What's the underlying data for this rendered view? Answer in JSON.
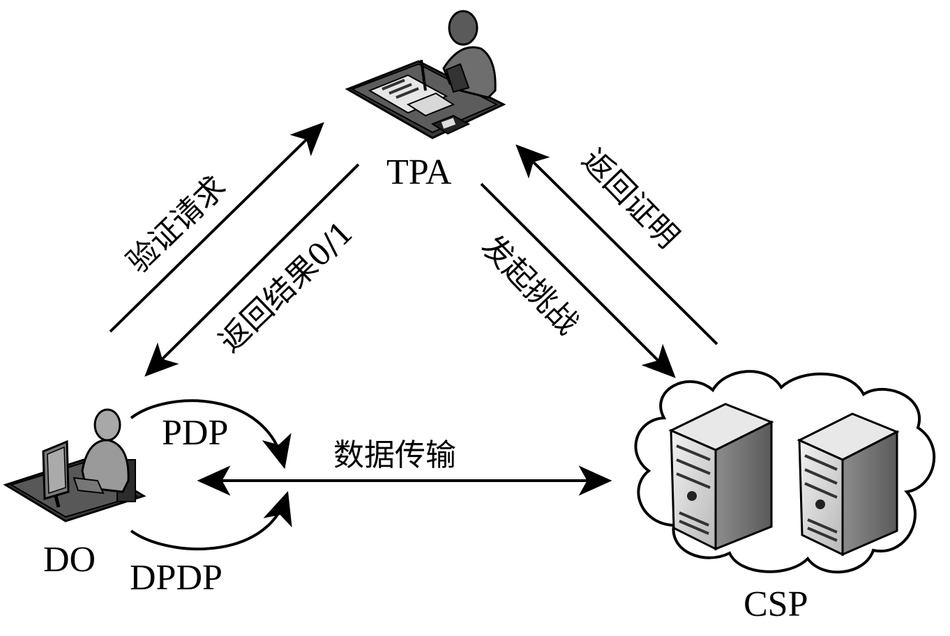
{
  "nodes": {
    "tpa": {
      "label": "TPA",
      "icon": "auditor-at-desk-icon"
    },
    "do": {
      "label": "DO",
      "icon": "user-at-computer-icon"
    },
    "csp": {
      "label": "CSP",
      "icon": "cloud-servers-icon"
    }
  },
  "edges": {
    "verify_request": "验证请求",
    "return_result": "返回结果0/1",
    "challenge": "发起挑战",
    "return_proof": "返回证明",
    "data_transfer": "数据传输"
  },
  "protocols": {
    "pdp": "PDP",
    "dpdp": "DPDP"
  }
}
